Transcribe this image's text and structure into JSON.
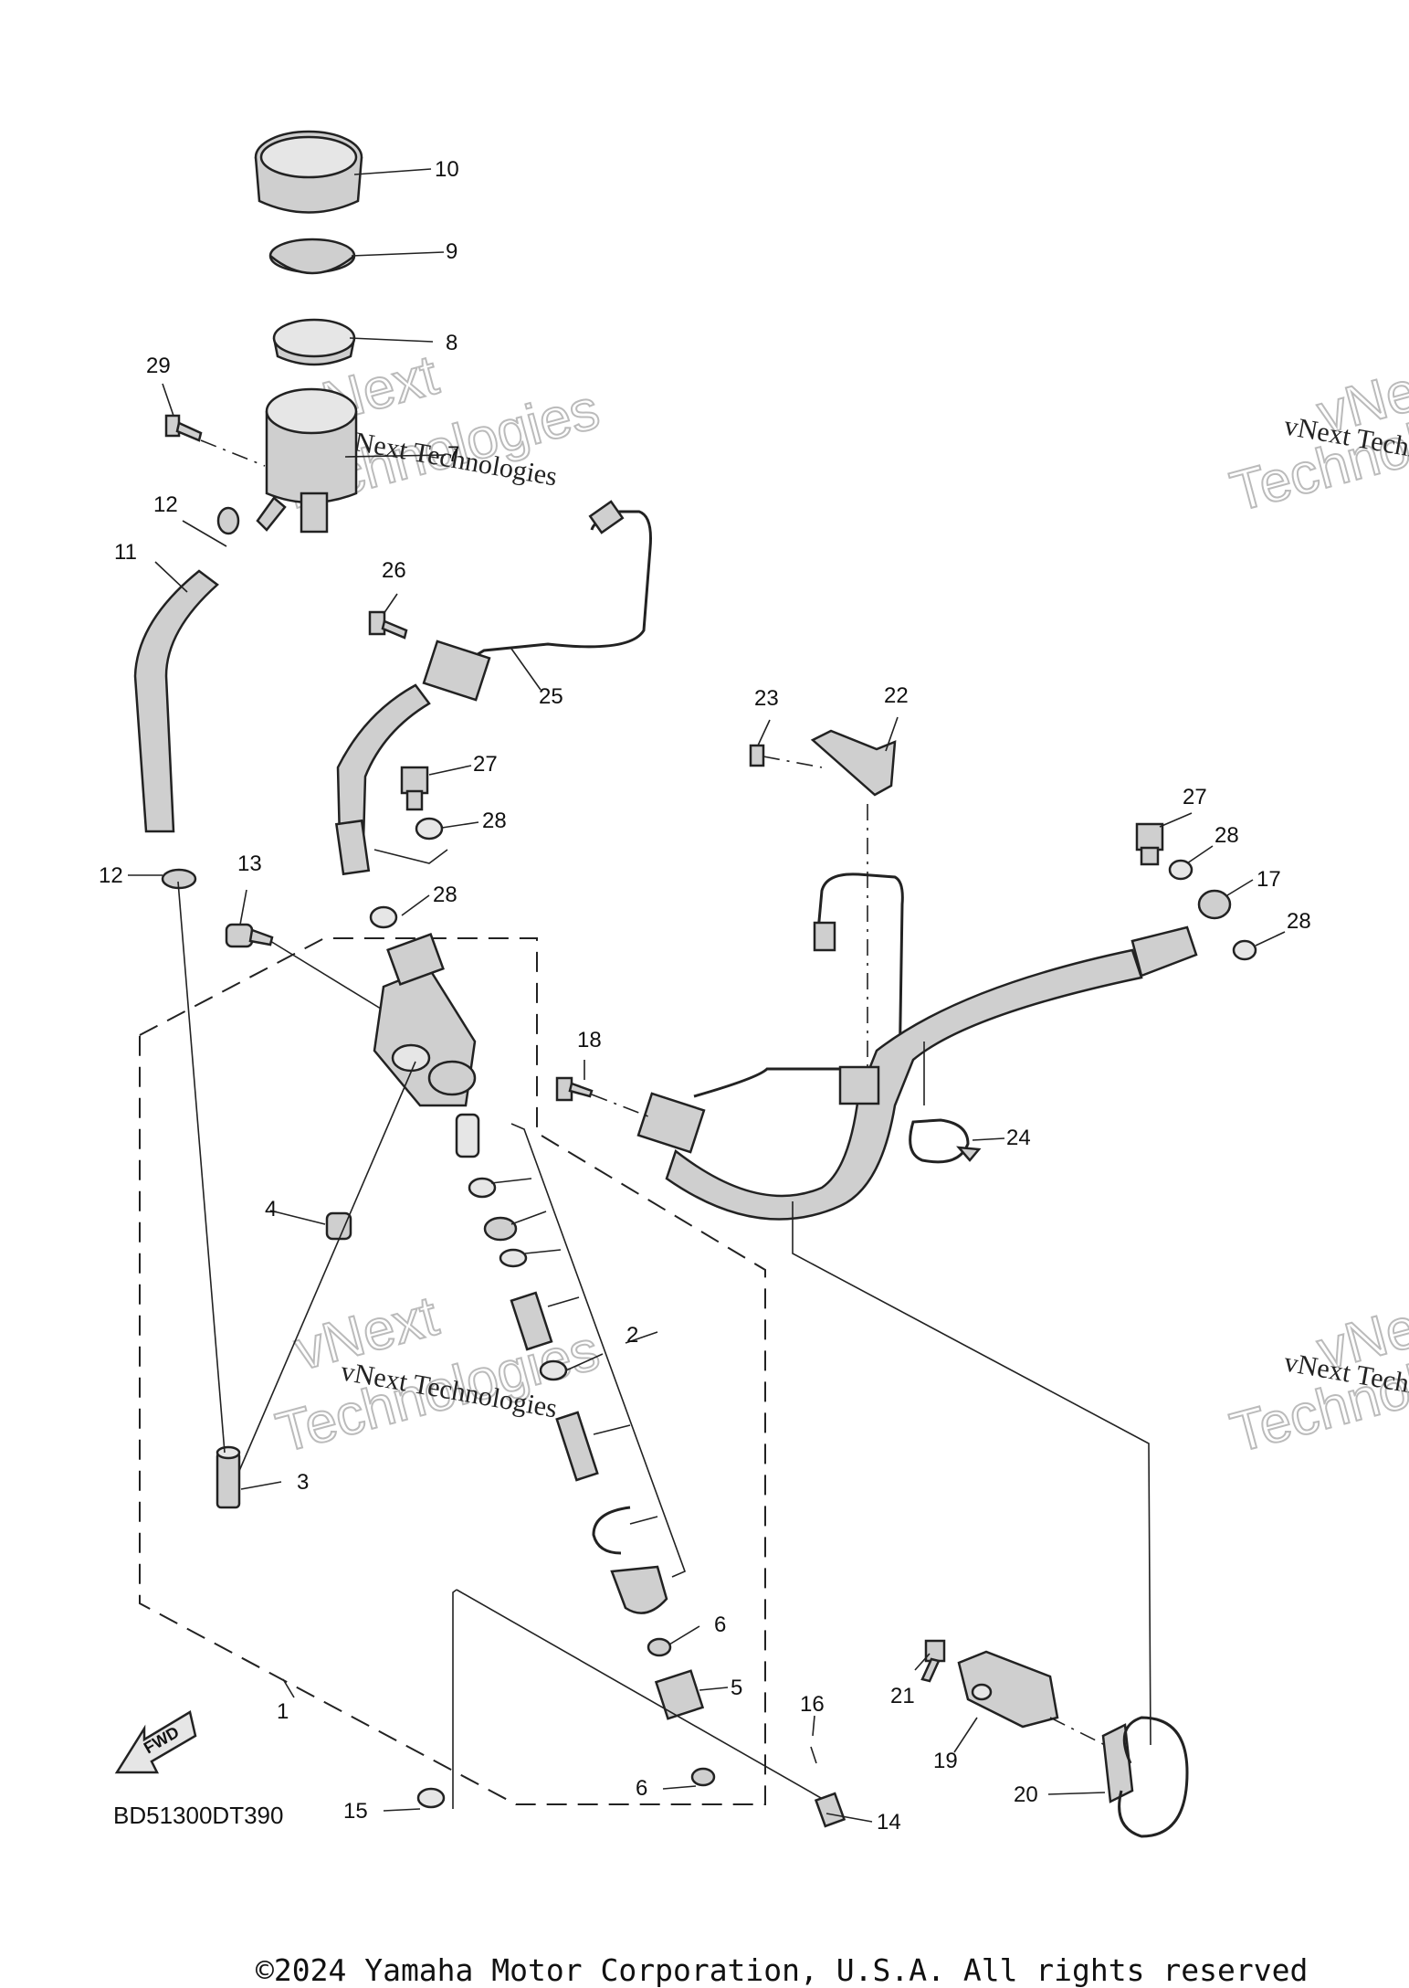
{
  "diagram_code": "BD51300DT390",
  "copyright": "©2024 Yamaha Motor Corporation, U.S.A. All rights reserved",
  "watermark": {
    "small": "vNext Technologies",
    "big_line1": "vNext",
    "big_line2": "Technologies"
  },
  "fwd_label": "FWD",
  "callouts": {
    "c1": "1",
    "c2": "2",
    "c3": "3",
    "c4": "4",
    "c5": "5",
    "c6a": "6",
    "c6b": "6",
    "c7": "7",
    "c8": "8",
    "c9": "9",
    "c10": "10",
    "c11": "11",
    "c12a": "12",
    "c12b": "12",
    "c13": "13",
    "c14": "14",
    "c15": "15",
    "c16": "16",
    "c17": "17",
    "c18": "18",
    "c19": "19",
    "c20": "20",
    "c21": "21",
    "c22": "22",
    "c23": "23",
    "c24": "24",
    "c25": "25",
    "c26": "26",
    "c27a": "27",
    "c27b": "27",
    "c28a": "28",
    "c28b": "28",
    "c28c": "28",
    "c28d": "28",
    "c29": "29"
  }
}
